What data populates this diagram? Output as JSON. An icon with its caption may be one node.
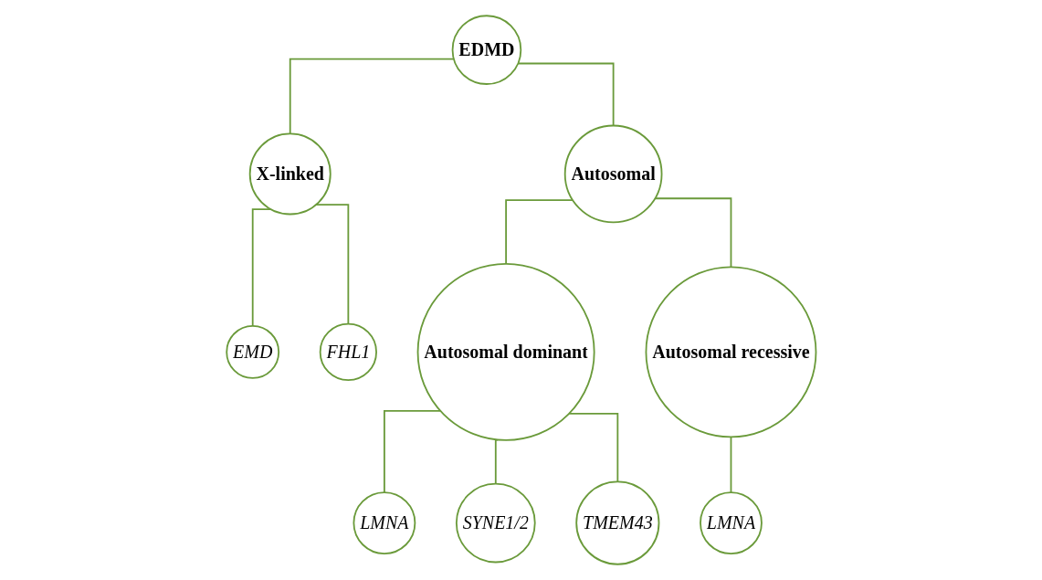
{
  "diagram": {
    "nodes": [
      {
        "text": [
          "EDMD"
        ]
      },
      {
        "text": [
          "X-linked"
        ]
      },
      {
        "text": [
          "Autosomal"
        ]
      },
      {
        "text": [
          "EMD"
        ]
      },
      {
        "text": [
          "FHL1"
        ]
      },
      {
        "text": [
          "Autosomal dominant"
        ]
      },
      {
        "text": [
          "Autosomal recessive"
        ]
      },
      {
        "text": [
          "LMNA"
        ]
      },
      {
        "text": [
          "SYNE1/2"
        ]
      },
      {
        "text": [
          "TMEM43"
        ]
      },
      {
        "text": [
          "LMNA"
        ]
      }
    ],
    "edges": [
      {
        "from": 0,
        "to": 1,
        "arrow": "none"
      },
      {
        "from": 0,
        "to": 2,
        "arrow": "none"
      },
      {
        "from": 1,
        "to": 3,
        "arrow": "none"
      },
      {
        "from": 1,
        "to": 4,
        "arrow": "none"
      },
      {
        "from": 2,
        "to": 5,
        "arrow": "none"
      },
      {
        "from": 2,
        "to": 6,
        "arrow": "none"
      },
      {
        "from": 5,
        "to": 7,
        "arrow": "none"
      },
      {
        "from": 5,
        "to": 8,
        "arrow": "none"
      },
      {
        "from": 5,
        "to": 9,
        "arrow": "none"
      },
      {
        "from": 6,
        "to": 10,
        "arrow": "none"
      }
    ]
  }
}
